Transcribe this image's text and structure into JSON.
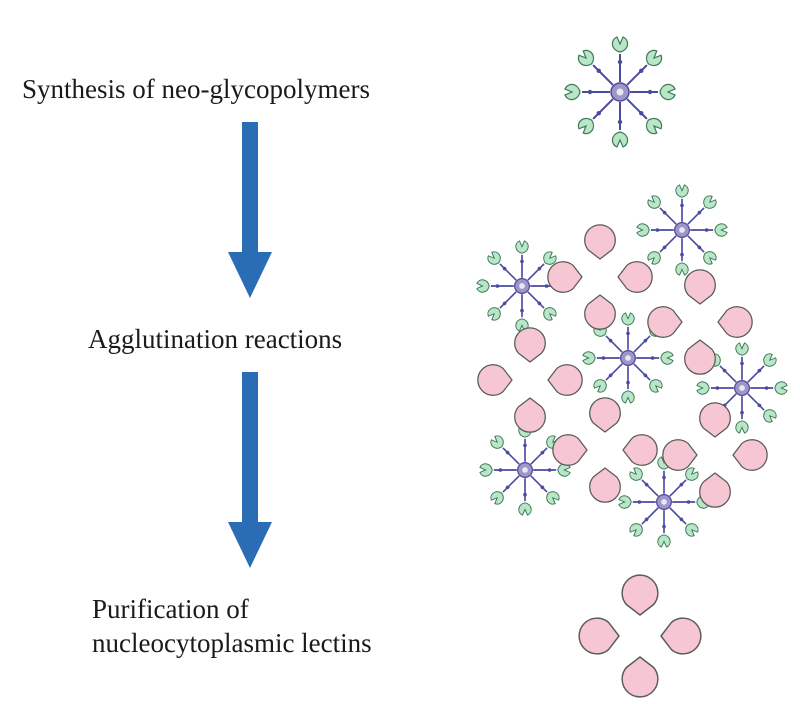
{
  "diagram": {
    "steps": [
      {
        "label_lines": [
          "Synthesis of neo-glycopolymers"
        ]
      },
      {
        "label_lines": [
          "Agglutination reactions"
        ]
      },
      {
        "label_lines": [
          "Purification of",
          "nucleocytoplasmic lectins"
        ]
      }
    ]
  },
  "colors": {
    "arrow": "#2a6db4",
    "lectin_fill": "#f6c7d3",
    "lectin_stroke": "#5a5a5a",
    "polymer_arm": "#4a4aa0",
    "polymer_ligand": "#b9e6c8",
    "polymer_core": "#9d97c7"
  }
}
